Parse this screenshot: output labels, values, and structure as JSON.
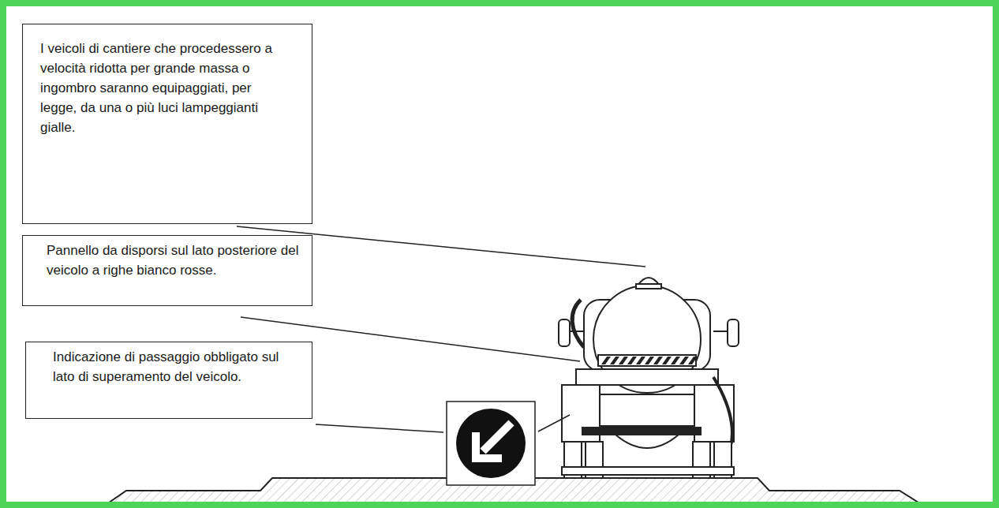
{
  "diagram": {
    "nodes": [
      {
        "text": [
          "I veicoli di cantiere che procedessero a velocità ridotta per grande massa o ingombro saranno equipaggiati, per legge, da una o più luci lampeggianti gialle."
        ]
      },
      {
        "text": [
          "Pannello da disporsi sul lato posteriore del veicolo a righe bianco rosse."
        ]
      },
      {
        "text": [
          "Indicazione di passaggio obbligato sul lato di superamento del veicolo."
        ]
      }
    ]
  }
}
